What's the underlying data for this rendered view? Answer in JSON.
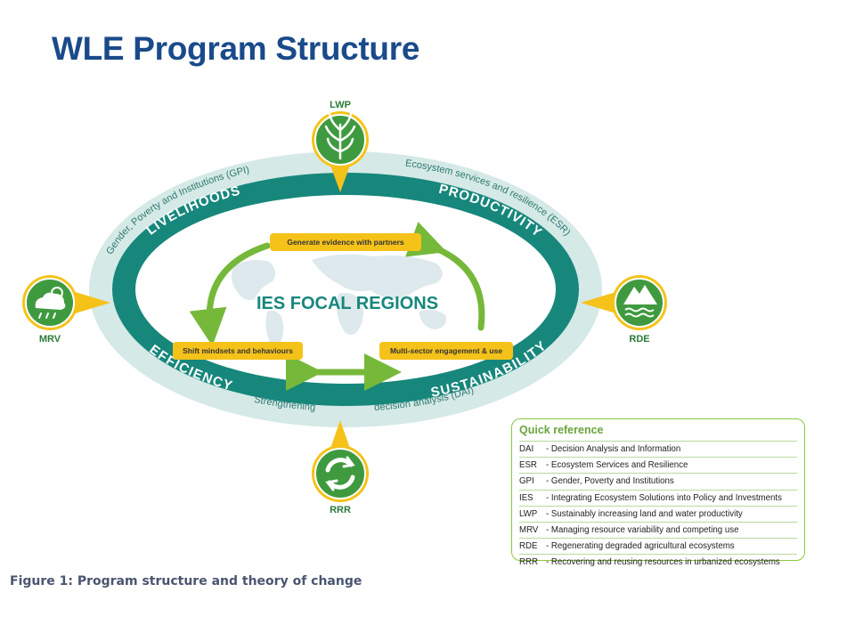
{
  "title": "WLE Program Structure",
  "diagram": {
    "ring_labels": {
      "livelihoods": "LIVELIHOODS",
      "productivity": "PRODUCTIVITY",
      "efficiency": "EFFICIENCY",
      "sustainability": "SUSTAINABILITY"
    },
    "outer_labels": {
      "gpi": "Gender, Poverty and Institutions (GPI)",
      "esr": "Ecosystem services and resilience (ESR)",
      "dai_a": "Strengthening",
      "dai_b": "decision analysis (DAI)"
    },
    "center_label": "IES FOCAL REGIONS",
    "cycle_boxes": {
      "top": "Generate evidence with partners",
      "left": "Shift mindsets and behaviours",
      "right": "Multi-sector engagement & use"
    },
    "pins": {
      "top": {
        "label": "LWP",
        "icon": "plant-icon"
      },
      "left": {
        "label": "MRV",
        "icon": "weather-cloud-icon"
      },
      "right": {
        "label": "RDE",
        "icon": "mountain-water-icon"
      },
      "bottom": {
        "label": "RRR",
        "icon": "recycle-arrows-icon"
      }
    },
    "colors": {
      "ring": "#17877c",
      "outer_band": "#cfe6e4",
      "pin": "#3f9a3f",
      "pin_tail": "#f5c21a",
      "box": "#f5c21a",
      "arrow": "#76b83a"
    }
  },
  "quick_reference": {
    "title": "Quick reference",
    "rows": [
      {
        "abbr": "DAI",
        "text": "- Decision Analysis and Information"
      },
      {
        "abbr": "ESR",
        "text": "- Ecosystem Services and Resilience"
      },
      {
        "abbr": "GPI",
        "text": "- Gender, Poverty and Institutions"
      },
      {
        "abbr": "IES",
        "text": "- Integrating Ecosystem Solutions into Policy and Investments"
      },
      {
        "abbr": "LWP",
        "text": "- Sustainably increasing land and water productivity"
      },
      {
        "abbr": "MRV",
        "text": "- Managing resource variability and competing use"
      },
      {
        "abbr": "RDE",
        "text": "- Regenerating degraded agricultural ecosystems"
      },
      {
        "abbr": "RRR",
        "text": "- Recovering and reusing resources in urbanized ecosystems"
      }
    ]
  },
  "caption": "Figure 1: Program structure and theory of change"
}
